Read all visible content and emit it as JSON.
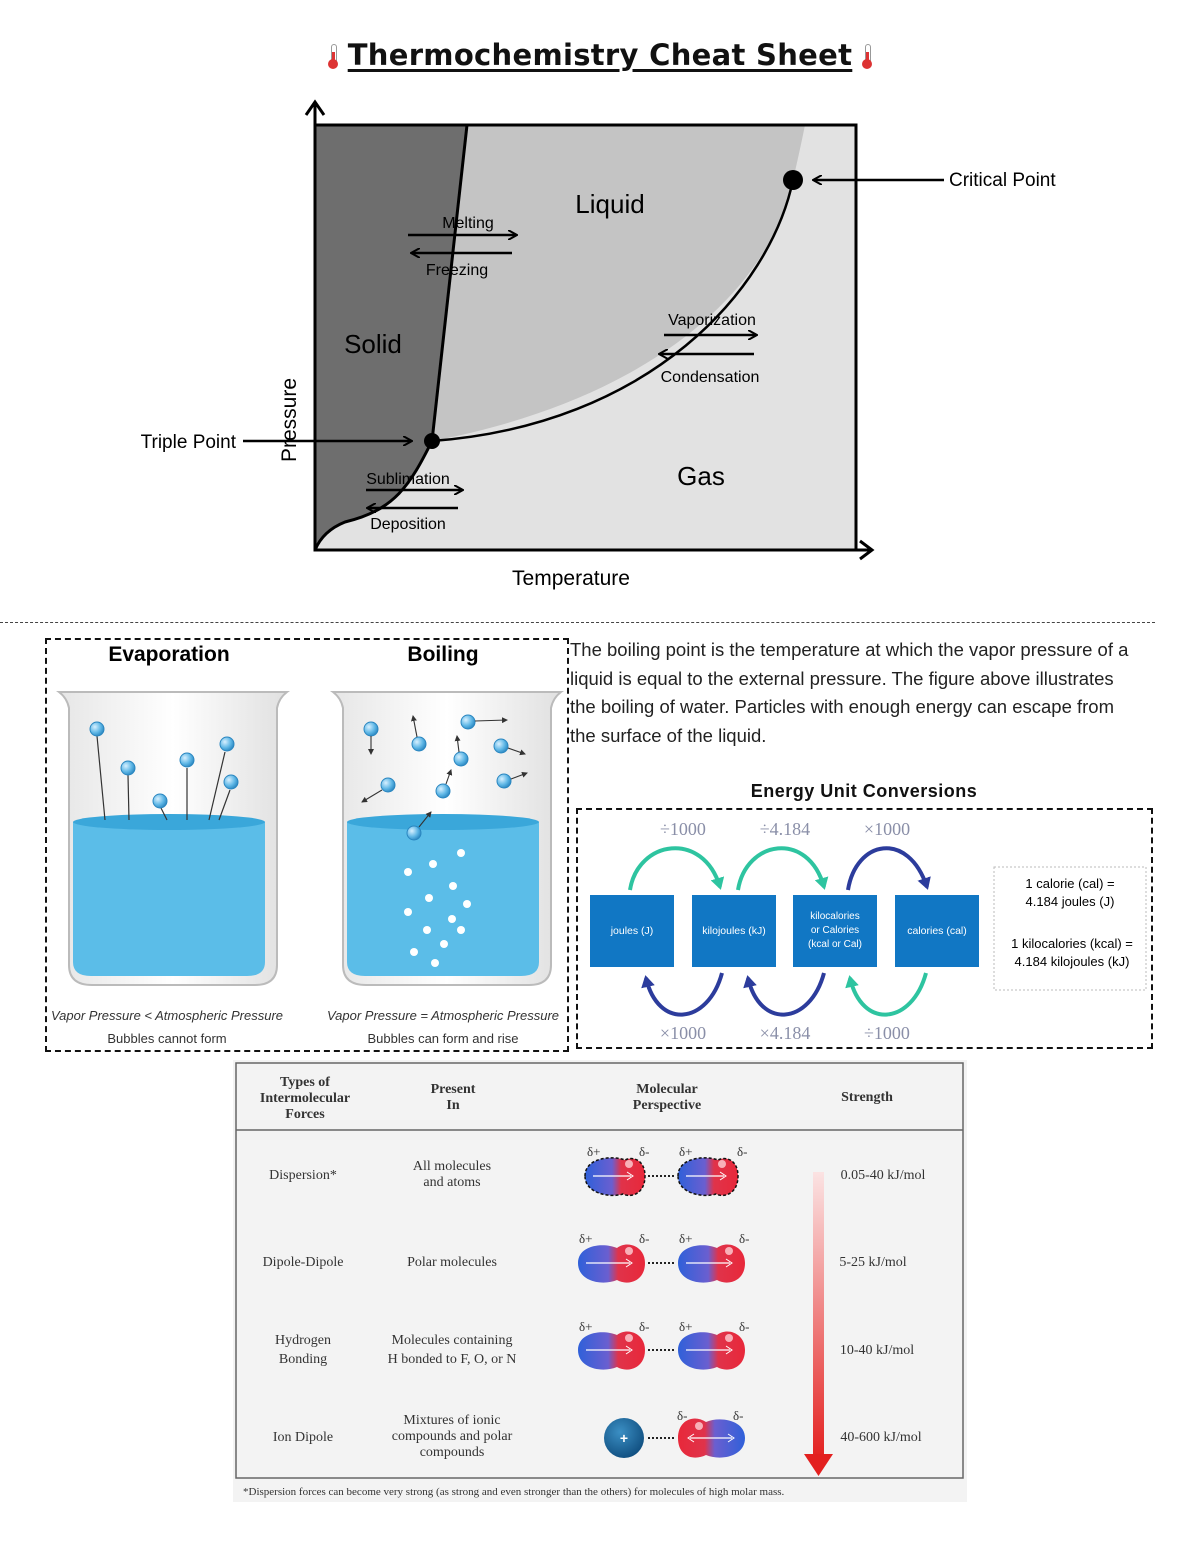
{
  "title": "Thermochemistry Cheat Sheet",
  "phase_diagram": {
    "x_axis": "Temperature",
    "y_axis": "Pressure",
    "regions": {
      "solid": "Solid",
      "liquid": "Liquid",
      "gas": "Gas"
    },
    "transitions": {
      "melting": "Melting",
      "freezing": "Freezing",
      "vaporization": "Vaporization",
      "condensation": "Condensation",
      "sublimation": "Sublimation",
      "deposition": "Deposition"
    },
    "points": {
      "triple": "Triple Point",
      "critical": "Critical Point"
    },
    "colors": {
      "solid": "#6e6e6e",
      "liquid": "#c4c4c4",
      "gas": "#e2e2e2"
    }
  },
  "evaporation_boiling": {
    "left_title": "Evaporation",
    "right_title": "Boiling",
    "left_caption1": "Vapor Pressure < Atmospheric Pressure",
    "left_caption2": "Bubbles cannot form",
    "right_caption1": "Vapor Pressure = Atmospheric Pressure",
    "right_caption2": "Bubbles can form and rise",
    "water_color": "#5bbde8"
  },
  "boiling_text": "The boiling point is the temperature at which the vapor pressure of a liquid is equal to the external pressure. The figure above illustrates the boiling of water. Particles with enough energy can escape from the surface of the liquid.",
  "energy_conversions": {
    "title": "Energy Unit Conversions",
    "units": [
      "joules (J)",
      "kilojoules (kJ)",
      "kilocalories or Calories (kcal or Cal)",
      "calories (cal)"
    ],
    "top_factors": [
      "÷1000",
      "÷4.184",
      "×1000"
    ],
    "bottom_factors": [
      "×1000",
      "×4.184",
      "÷1000"
    ],
    "note1": "1 calorie (cal) = 4.184 joules (J)",
    "note2": "1 kilocalories (kcal) = 4.184 kilojoules (kJ)",
    "box_color": "#1177c4",
    "teal": "#2ec4a0",
    "navy": "#2c3c9c"
  },
  "imf_table": {
    "headers": [
      "Types of Intermolecular Forces",
      "Present In",
      "Molecular Perspective",
      "Strength"
    ],
    "rows": [
      {
        "type": "Dispersion*",
        "present": "All molecules and atoms",
        "strength": "0.05-40 kJ/mol"
      },
      {
        "type": "Dipole-Dipole",
        "present": "Polar molecules",
        "strength": "5-25 kJ/mol"
      },
      {
        "type": "Hydrogen Bonding",
        "present": "Molecules containing H bonded to F, O, or N",
        "strength": "10-40 kJ/mol"
      },
      {
        "type": "Ion Dipole",
        "present": "Mixtures of ionic compounds and polar compounds",
        "strength": "40-600 kJ/mol"
      }
    ],
    "footnote": "*Dispersion forces can become very strong (as strong and even stronger than the others) for molecules of high molar mass.",
    "delta_plus": "δ+",
    "delta_minus": "δ-",
    "ion_plus": "+"
  }
}
